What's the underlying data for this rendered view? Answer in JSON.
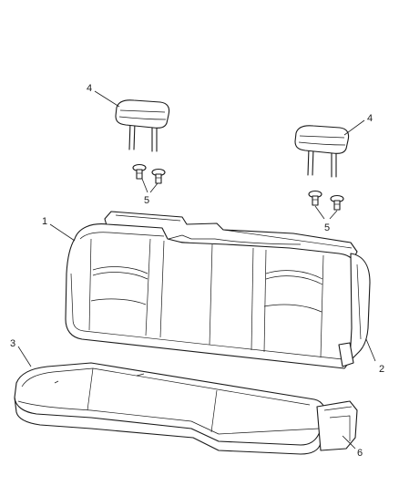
{
  "callouts": {
    "headrest_left": "4",
    "headrest_right": "4",
    "guide_left": "5",
    "guide_right": "5",
    "seat_back": "1",
    "back_trim": "2",
    "cushion": "3",
    "cushion_frame": "6"
  }
}
